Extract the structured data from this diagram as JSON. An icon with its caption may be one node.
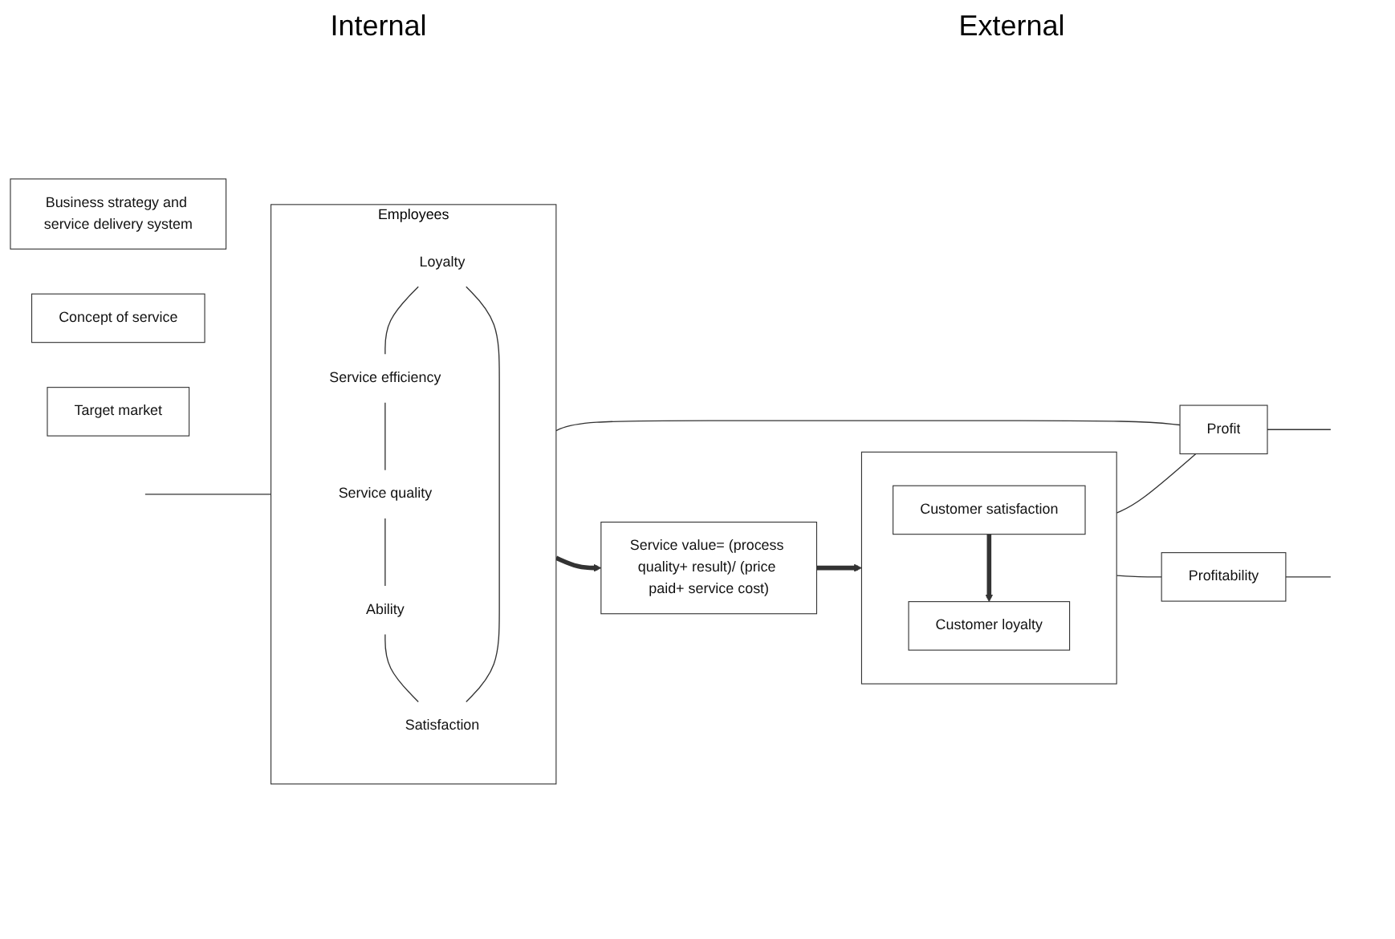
{
  "diagram": {
    "nodes": [
      {
        "text": [
          "Business strategy and service delivery system"
        ]
      },
      {
        "text": [
          "Employees"
        ]
      },
      {
        "text": [
          "Loyalty"
        ],
        "in": 1
      },
      {
        "text": [
          "Service efficiency"
        ],
        "in": 1
      },
      {
        "text": [
          "Satisfaction"
        ],
        "in": 1
      },
      {
        "text": [
          "Ability"
        ],
        "in": 1
      },
      {
        "text": [
          "Service quality"
        ],
        "in": 1
      },
      {
        "text": [
          "Concept of service"
        ]
      },
      {
        "text": [
          "Service value= (process quality+ result)/ (price paid+ service cost)"
        ]
      },
      {
        "text": [
          "Target market"
        ]
      },
      {
        "text": [],
        "shape": "box"
      },
      {
        "text": [
          "Customer satisfaction"
        ],
        "in": 10
      },
      {
        "text": [
          "Customer loyalty"
        ],
        "in": 10
      },
      {
        "text": [
          "Profit"
        ]
      },
      {
        "text": [
          "Profitability"
        ]
      }
    ],
    "edges": [
      {
        "from": 2,
        "to": 3,
        "arrow": "none"
      },
      {
        "from": 3,
        "to": 6,
        "arrow": "none"
      },
      {
        "from": 6,
        "to": 5,
        "arrow": "none"
      },
      {
        "from": 5,
        "to": 4,
        "arrow": "none"
      },
      {
        "from": 4,
        "to": 2,
        "arrow": "none"
      },
      {
        "from": 1,
        "to": 8,
        "arrow": "to",
        "style": "thick"
      },
      {
        "from": 8,
        "to": 10,
        "arrow": "to",
        "style": "thick"
      },
      {
        "from": 11,
        "to": 12,
        "arrow": "to",
        "style": "thick"
      },
      {
        "from": 10,
        "to": 13,
        "arrow": "none"
      },
      {
        "from": 10,
        "to": 14,
        "arrow": "none"
      },
      {
        "from": 1,
        "to": 13,
        "arrow": "none"
      },
      {
        "from": null,
        "to": 1,
        "arrow": "none"
      },
      {
        "from": 13,
        "to": null,
        "arrow": "none"
      },
      {
        "from": 14,
        "to": null,
        "arrow": "none"
      }
    ],
    "labels": [
      "Internal",
      "External"
    ]
  }
}
